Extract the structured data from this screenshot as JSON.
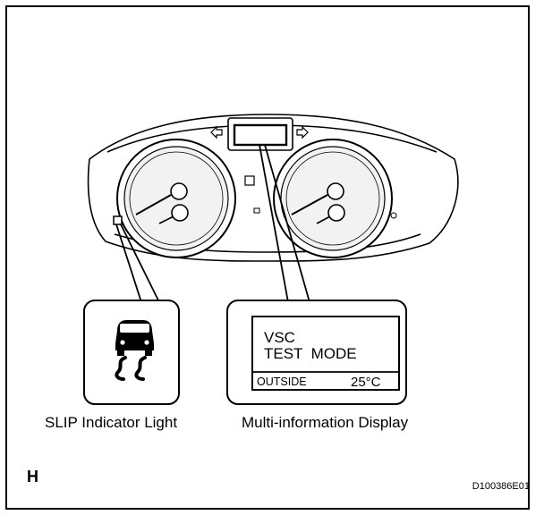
{
  "labels": {
    "slip_indicator": "SLIP Indicator Light",
    "multi_info_display": "Multi-information Display",
    "corner_letter": "H",
    "figure_code": "D100386E01"
  },
  "display": {
    "line1": "VSC",
    "line2": "TEST  MODE",
    "outside_label": "OUTSIDE",
    "temperature": "25°C"
  },
  "colors": {
    "stroke": "#000000",
    "background": "#ffffff",
    "gauge_face": "#f2f2f2"
  },
  "icons": [
    "slip-indicator-icon",
    "left-turn-arrow-icon",
    "right-turn-arrow-icon"
  ]
}
